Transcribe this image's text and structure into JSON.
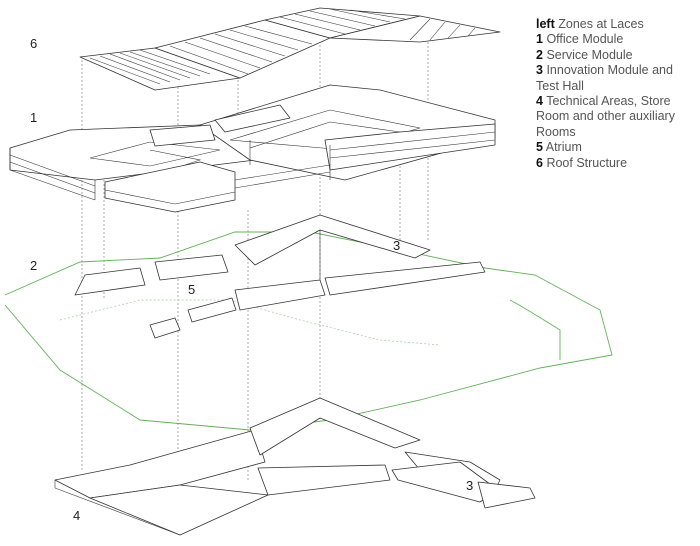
{
  "legend": {
    "heading": {
      "key": "left",
      "text": "Zones at Laces"
    },
    "items": [
      {
        "key": "1",
        "text": "Office Module"
      },
      {
        "key": "2",
        "text": "Service Module"
      },
      {
        "key": "3",
        "text": "Innovation Module and Test Hall"
      },
      {
        "key": "4",
        "text": "Technical Areas, Store Room and other auxiliary Rooms"
      },
      {
        "key": "5",
        "text": "Atrium"
      },
      {
        "key": "6",
        "text": "Roof Structure"
      }
    ]
  },
  "layer_labels": {
    "roof": "6",
    "office": "1",
    "service": "2",
    "innovation_upper": "3",
    "atrium": "5",
    "innovation_lower": "3",
    "technical": "4"
  },
  "colors": {
    "ink": "#333333",
    "site_outline": "#63b05a",
    "background": "#ffffff"
  }
}
